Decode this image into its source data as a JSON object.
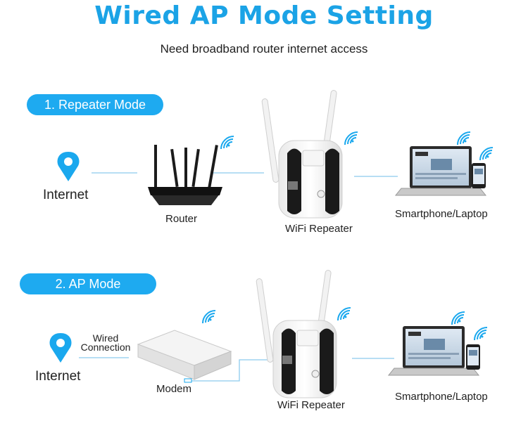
{
  "title": "Wired AP Mode Setting",
  "subtitle": "Need broadband router internet access",
  "colors": {
    "accent": "#1ba3e6",
    "pill": "#1eaaf0",
    "line": "#7cc7ef"
  },
  "mode1": {
    "label": "1. Repeater Mode",
    "internet": "Internet",
    "router": "Router",
    "repeater": "WiFi Repeater",
    "devices": "Smartphone/Laptop"
  },
  "mode2": {
    "label": "2. AP Mode",
    "internet": "Internet",
    "wired_line1": "Wired",
    "wired_line2": "Connection",
    "modem": "Modem",
    "repeater": "WiFi Repeater",
    "devices": "Smartphone/Laptop"
  }
}
